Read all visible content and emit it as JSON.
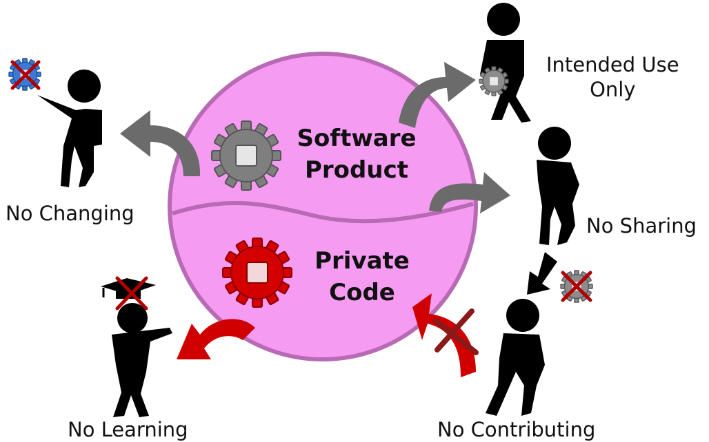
{
  "center": {
    "top_title": [
      "Software",
      "Product"
    ],
    "bottom_title": [
      "Private",
      "Code"
    ]
  },
  "labels": {
    "no_changing": "No Changing",
    "intended_use": [
      "Intended Use",
      "Only"
    ],
    "no_sharing": "No Sharing",
    "no_learning": "No Learning",
    "no_contributing": "No Contributing"
  },
  "colors": {
    "sphere_fill": "#f59cf2",
    "sphere_stroke": "#b86ab4",
    "gear_gray": "#7f7f7f",
    "gear_red": "#d40000",
    "gear_blue": "#3a7bd5",
    "arrow_gray": "#6b6b6b",
    "arrow_red": "#d10000",
    "cross_red": "#b00000",
    "person": "#000000",
    "text_dark": "#1a1a1a"
  },
  "icons": [
    "gear-icon",
    "person-icon",
    "arrow-icon",
    "crossed-out-icon",
    "graduation-cap-icon"
  ]
}
